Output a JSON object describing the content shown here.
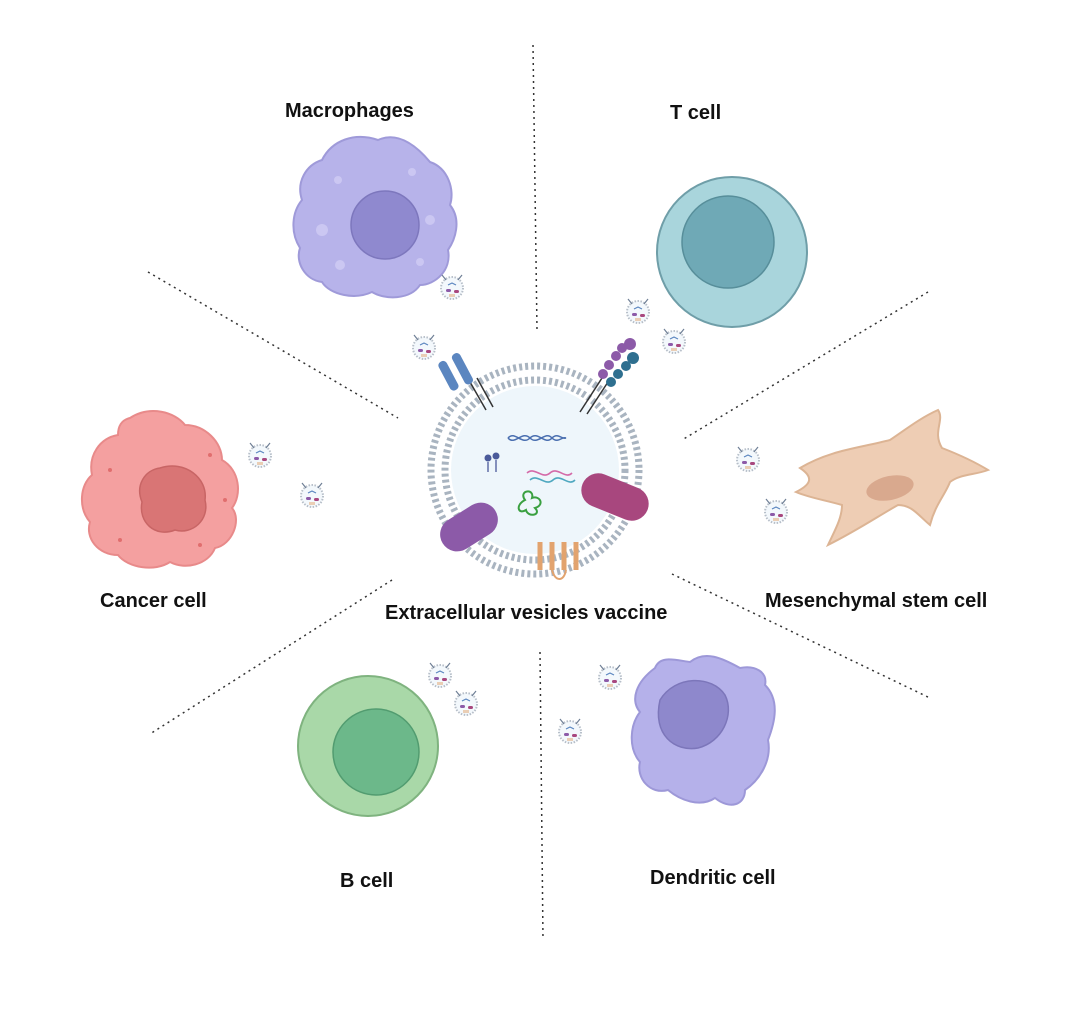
{
  "labels": {
    "center": "Extracellular vesicles vaccine",
    "macrophages": "Macrophages",
    "t_cell": "T cell",
    "cancer_cell": "Cancer cell",
    "mesenchymal": "Mesenchymal stem cell",
    "b_cell": "B cell",
    "dendritic": "Dendritic cell"
  },
  "colors": {
    "macrophage_body": "#b7b3ea",
    "macrophage_nucleus": "#8f89cf",
    "t_cell_body": "#a9d5dc",
    "t_cell_nucleus": "#6fa9b6",
    "cancer_body": "#f4a0a0",
    "cancer_nucleus": "#d97575",
    "msc_body": "#eecdb4",
    "msc_nucleus": "#d9a98e",
    "b_cell_body": "#a9d8a8",
    "b_cell_nucleus": "#6cb88a",
    "dendritic_body": "#b5b1ea",
    "dendritic_nucleus": "#8e88cc",
    "membrane": "#a9b4c0",
    "vesicle_fill": "#eef6fb",
    "protein_purple": "#8c5aa8",
    "protein_magenta": "#a8477e",
    "protein_orange": "#e2a36e",
    "receptor_blue": "#5b86c0"
  }
}
